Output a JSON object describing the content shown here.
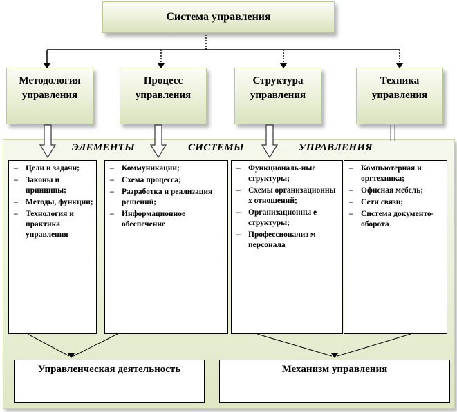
{
  "top_box": {
    "label": "Система управления"
  },
  "categories": [
    {
      "line1": "Методология",
      "line2": "управления"
    },
    {
      "line1": "Процесс",
      "line2": "управления"
    },
    {
      "line1": "Структура",
      "line2": "управления"
    },
    {
      "line1": "Техника",
      "line2": "управления"
    }
  ],
  "heading": {
    "word1": "ЭЛЕМЕНТЫ",
    "word2": "СИСТЕМЫ",
    "word3": "УПРАВЛЕНИЯ"
  },
  "columns": [
    {
      "items": [
        "Цели и задачи;",
        "Законы и принципы;",
        "Методы, функции;",
        "Технология и практика управления"
      ]
    },
    {
      "items": [
        "Коммуникации;",
        "Схема процесса;",
        "Разработка и реализация решений;",
        "Информационное обеспечение"
      ]
    },
    {
      "items": [
        "Функциональ-ные структуры;",
        "Схемы организационны х отношений;",
        "Организационны е структуры;",
        "Профессионализ м персонала"
      ]
    },
    {
      "items": [
        "Компьютерная и оргтехника;",
        "Офисная мебель;",
        "Сети связи;",
        "Система документо-оборота"
      ]
    }
  ],
  "outputs": {
    "left": "Управленческая деятельность",
    "right": "Механизм управления"
  }
}
